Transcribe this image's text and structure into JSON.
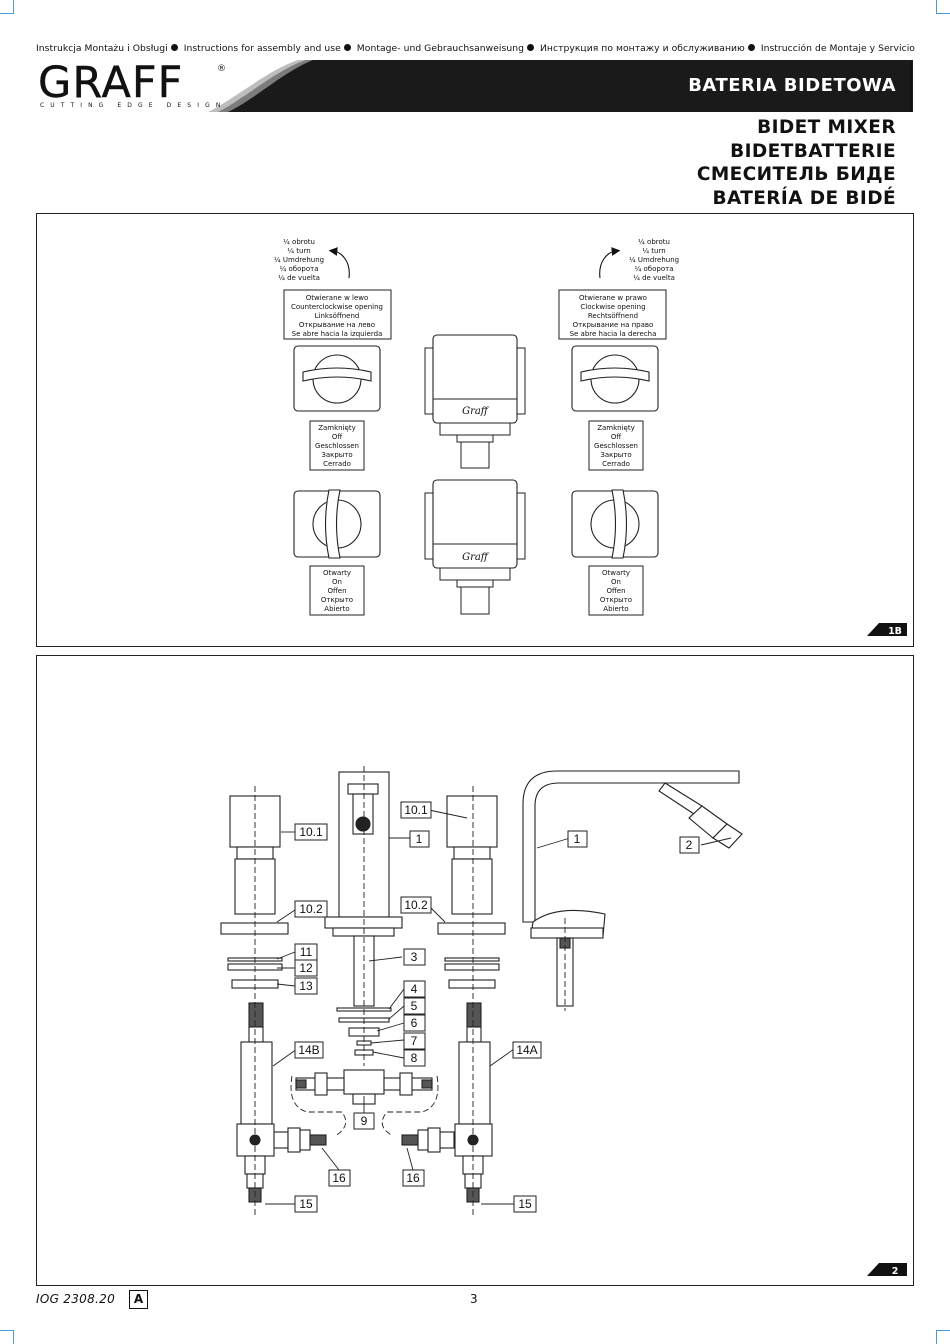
{
  "header": {
    "languages": [
      "Instrukcja Montażu i Obsługi",
      "Instructions for assembly and use",
      "Montage- und Gebrauchsanweisung",
      "Инструкция по монтажу и обслуживанию",
      "Instrucción de Montaje y Servicio"
    ],
    "brand": "GRAFF",
    "brand_mark": "®",
    "tagline": "CUTTING EDGE DESIGN",
    "band_title": "BATERIA BIDETOWA"
  },
  "titles": [
    "BIDET MIXER",
    "BIDETBATTERIE",
    "СМЕСИТЕЛЬ БИДЕ",
    "BATERÍA DE BIDÉ"
  ],
  "figure_1b": {
    "tag": "1B",
    "turn_label_lines": [
      "¼ obrotu",
      "¼ turn",
      "¼ Umdrehung",
      "¼ оборота",
      "¼ de vuelta"
    ],
    "left_opening_lines": [
      "Otwierane w lewo",
      "Counterclockwise opening",
      "Linksöffnend",
      "Открывание на лево",
      "Se abre hacia la izquierda"
    ],
    "right_opening_lines": [
      "Otwierane w prawo",
      "Clockwise opening",
      "Rechtsöffnend",
      "Открывание на право",
      "Se abre hacia la derecha"
    ],
    "closed_lines": [
      "Zamknięty",
      "Off",
      "Geschlossen",
      "Закрыто",
      "Cerrado"
    ],
    "open_lines": [
      "Otwarty",
      "On",
      "Offen",
      "Открыто",
      "Abierto"
    ],
    "handle_logo": "Graff"
  },
  "figure_2": {
    "tag": "2",
    "callouts": [
      "10.1",
      "10.1",
      "1",
      "1",
      "2",
      "10.2",
      "10.2",
      "3",
      "11",
      "12",
      "13",
      "4",
      "5",
      "6",
      "7",
      "8",
      "9",
      "14B",
      "14A",
      "16",
      "16",
      "15",
      "15"
    ]
  },
  "footer": {
    "doc_code": "IOG 2308.20",
    "revision": "A",
    "page_number": "3"
  }
}
